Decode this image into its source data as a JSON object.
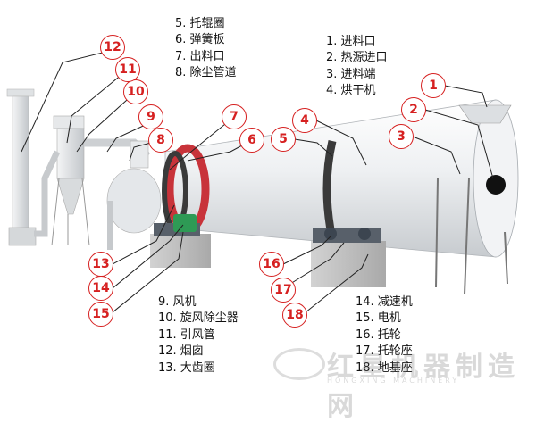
{
  "legend_top_left": [
    "5. 托辊圈",
    "6. 弹簧板",
    "7. 出料口",
    "8. 除尘管道"
  ],
  "legend_top_right": [
    "1. 进料口",
    "2. 热源进口",
    "3. 进料端",
    "4. 烘干机"
  ],
  "legend_bottom_left": [
    "9. 风机",
    "10. 旋风除尘器",
    "11. 引风管",
    "12. 烟囱",
    "13. 大齿圈"
  ],
  "legend_bottom_right": [
    "14. 减速机",
    "15. 电机",
    "16. 托轮",
    "17. 托轮座",
    "18. 地基座"
  ],
  "callouts": [
    "1",
    "2",
    "3",
    "4",
    "5",
    "6",
    "7",
    "8",
    "9",
    "10",
    "11",
    "12",
    "13",
    "14",
    "15",
    "16",
    "17",
    "18"
  ],
  "watermark": {
    "text": "红星机器制造网",
    "sub": "HONGXING MACHINERY"
  },
  "colors": {
    "callout": "#d62020",
    "leader": "#222222",
    "drum": "#eceef0",
    "gear_ring": "#c8333a",
    "motor": "#2e9a55",
    "base": "#b8b8b8"
  }
}
